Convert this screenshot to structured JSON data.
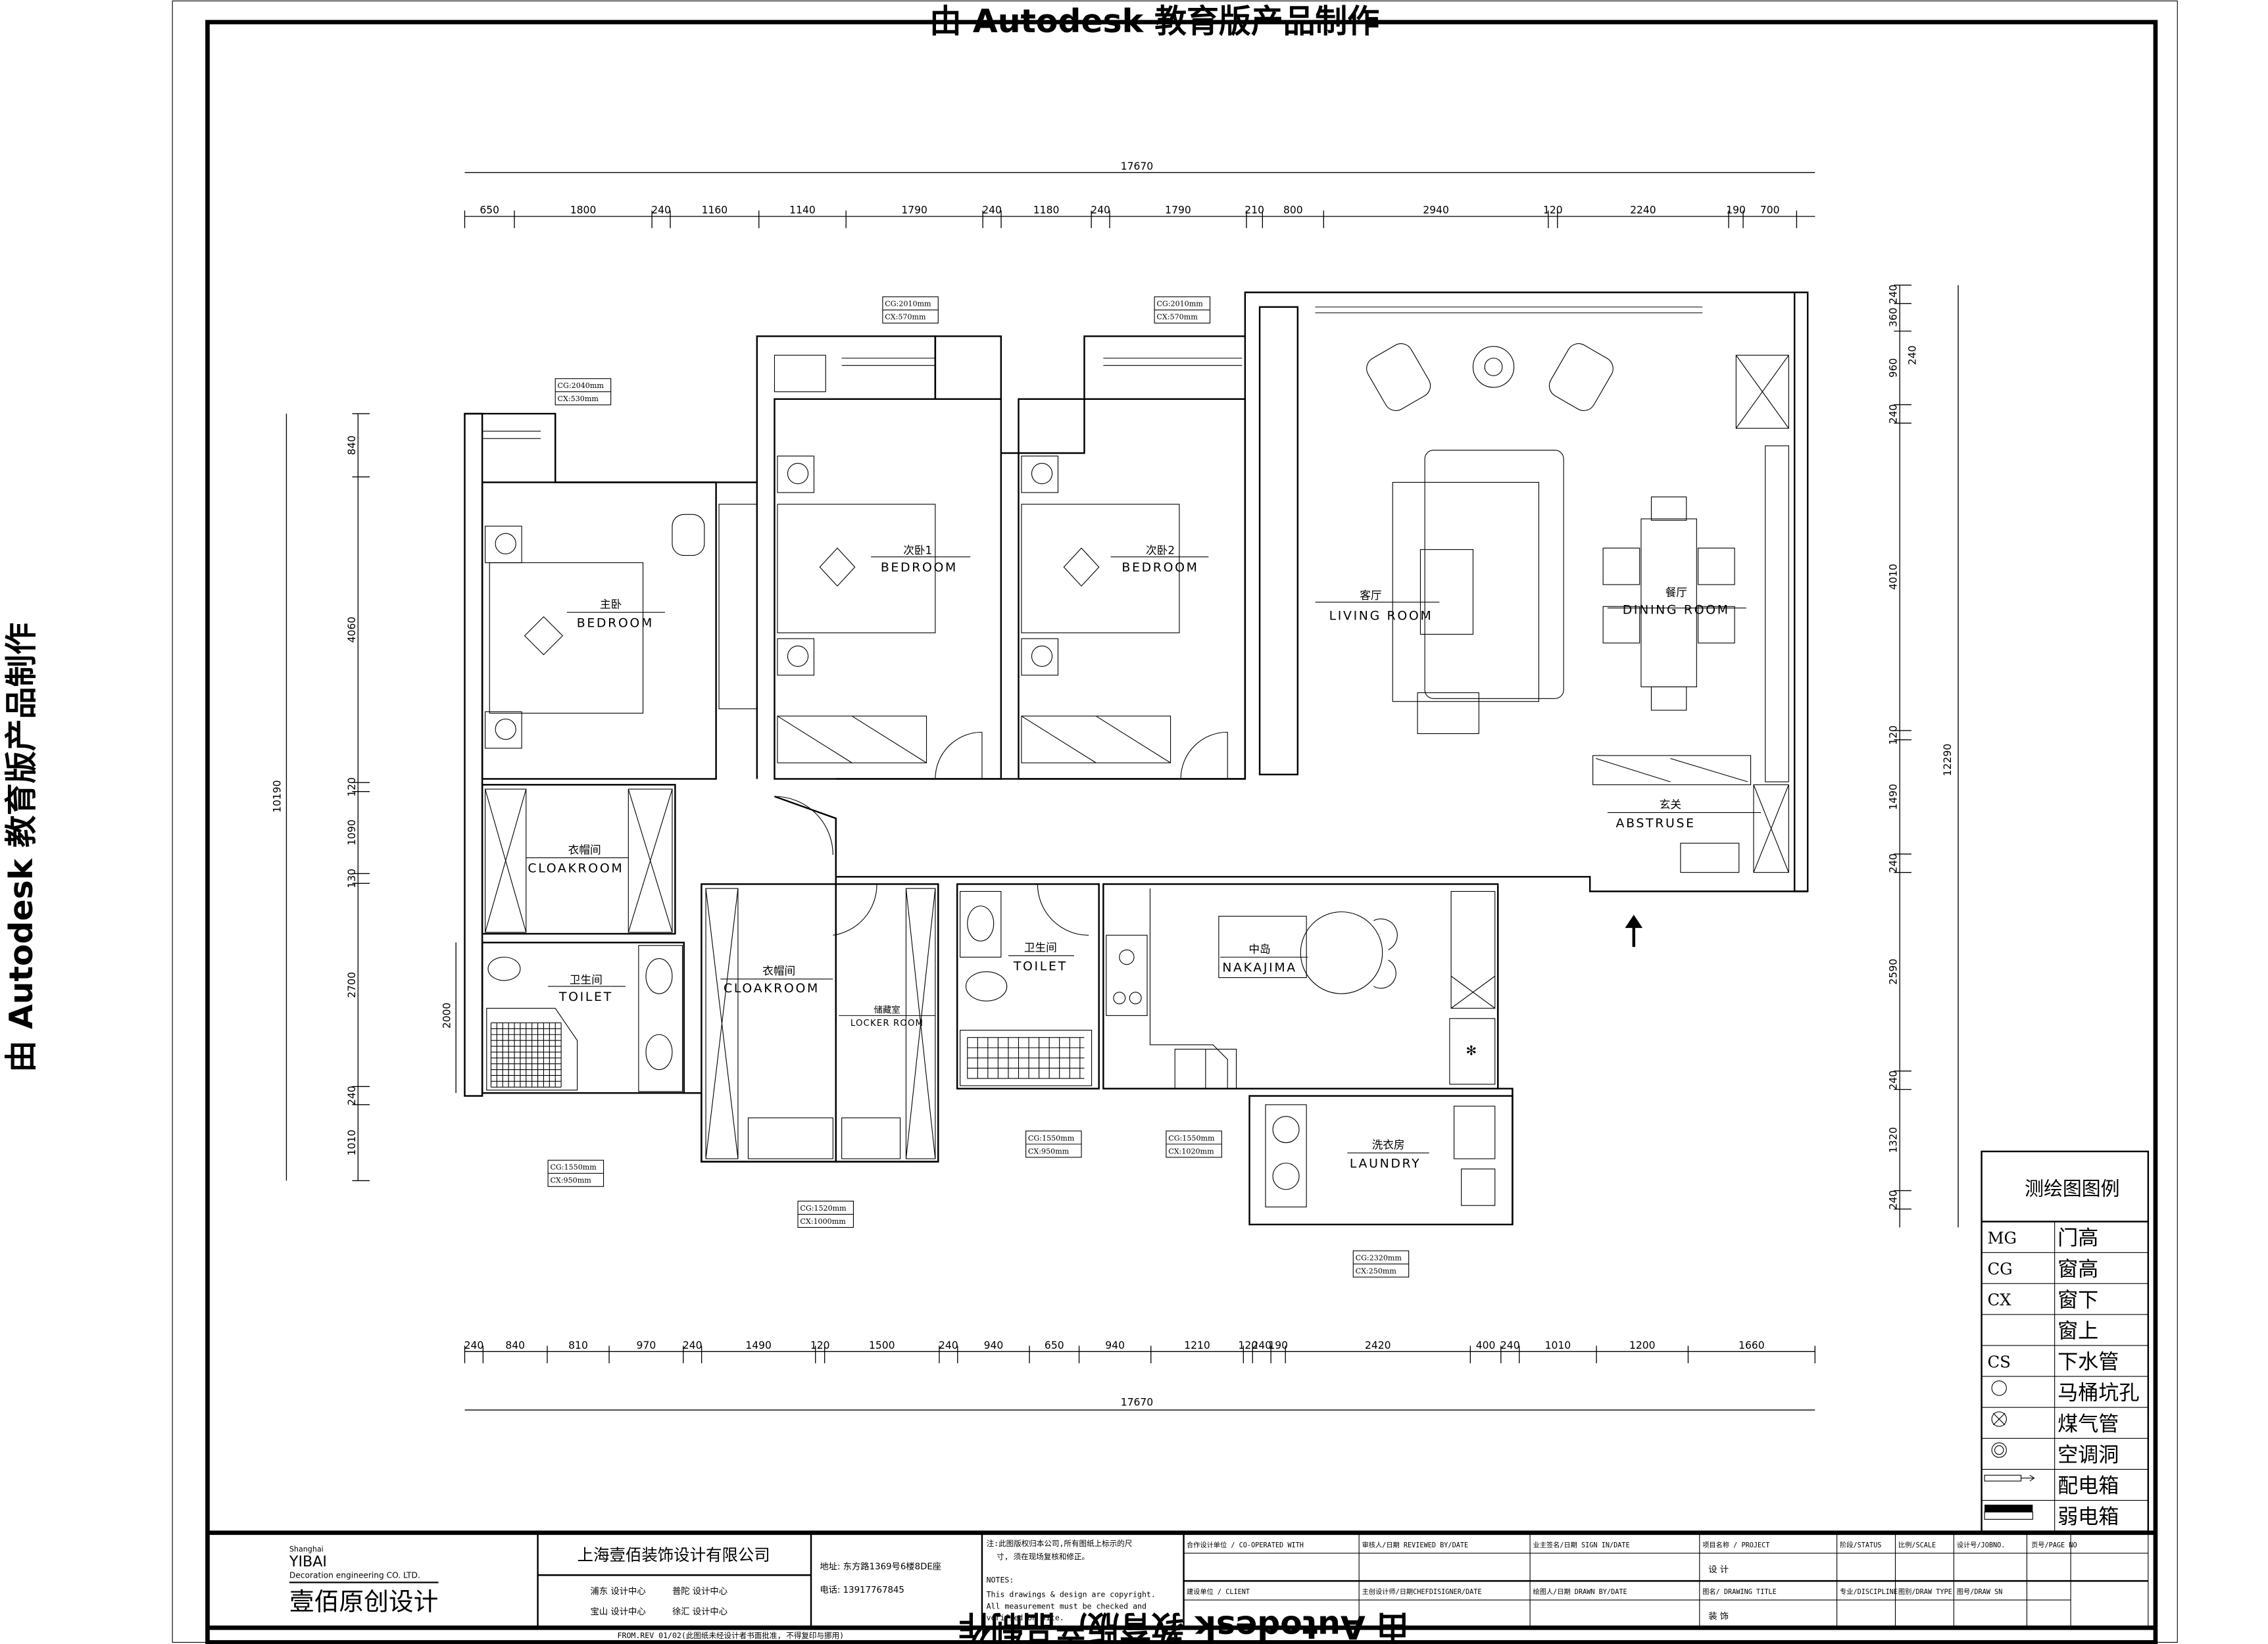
{
  "watermark": "由 Autodesk 教育版产品制作",
  "dimensions": {
    "top_total": "17670",
    "top_segments": [
      650,
      1800,
      240,
      1160,
      1140,
      1790,
      240,
      1180,
      240,
      1790,
      210,
      800,
      2940,
      120,
      2240,
      190,
      700
    ],
    "bottom_total": "17670",
    "bottom_segments": [
      240,
      840,
      810,
      970,
      240,
      1490,
      120,
      1500,
      240,
      940,
      650,
      940,
      1210,
      120,
      240,
      190,
      2420,
      400,
      240,
      1010,
      1200,
      1660
    ],
    "left_total": "10190",
    "left_segments": [
      840,
      4060,
      120,
      1090,
      130,
      2700,
      240,
      1010
    ],
    "left_extra": "2000",
    "right_total": "12290",
    "right_segments": [
      240,
      360,
      960,
      240,
      4010,
      120,
      1490,
      240,
      2590,
      240,
      1320,
      240
    ],
    "right_extra": "240"
  },
  "rooms": [
    {
      "cn": "主卧",
      "en": "BEDROOM"
    },
    {
      "cn": "次卧1",
      "en": "BEDROOM"
    },
    {
      "cn": "次卧2",
      "en": "BEDROOM"
    },
    {
      "cn": "客厅",
      "en": "LIVING ROOM"
    },
    {
      "cn": "餐厅",
      "en": "DINING ROOM"
    },
    {
      "cn": "玄关",
      "en": "ABSTRUSE"
    },
    {
      "cn": "衣帽间",
      "en": "CLOAKROOM"
    },
    {
      "cn": "卫生间",
      "en": "TOILET"
    },
    {
      "cn": "衣帽间",
      "en": "CLOAKROOM"
    },
    {
      "cn": "储藏室",
      "en": "LOCKER ROOM"
    },
    {
      "cn": "卫生间",
      "en": "TOILET"
    },
    {
      "cn": "中岛",
      "en": "NAKAJIMA"
    },
    {
      "cn": "洗衣房",
      "en": "LAUNDRY"
    }
  ],
  "window_tags": [
    {
      "cg": "CG:2040mm",
      "cx": "CX:530mm"
    },
    {
      "cg": "CG:2010mm",
      "cx": "CX:570mm"
    },
    {
      "cg": "CG:2010mm",
      "cx": "CX:570mm"
    },
    {
      "cg": "CG:1550mm",
      "cx": "CX:950mm"
    },
    {
      "cg": "CG:1520mm",
      "cx": "CX:1000mm"
    },
    {
      "cg": "CG:1550mm",
      "cx": "CX:950mm"
    },
    {
      "cg": "CG:1550mm",
      "cx": "CX:1020mm"
    },
    {
      "cg": "CG:2320mm",
      "cx": "CX:250mm"
    }
  ],
  "legend": {
    "title": "测绘图图例",
    "rows": [
      {
        "code": "MG",
        "label": "门高"
      },
      {
        "code": "CG",
        "label": "窗高"
      },
      {
        "code": "CX",
        "label": "窗下"
      },
      {
        "code": "",
        "label": "窗上"
      },
      {
        "code": "CS",
        "label": "下水管"
      },
      {
        "code": "",
        "label": "马桶坑孔",
        "symbol": "circle"
      },
      {
        "code": "",
        "label": "煤气管",
        "symbol": "crossed-circle"
      },
      {
        "code": "",
        "label": "空调洞",
        "symbol": "double-circle"
      },
      {
        "code": "",
        "label": "配电箱",
        "symbol": "panel-arrow"
      },
      {
        "code": "",
        "label": "弱电箱",
        "symbol": "filled-box"
      }
    ]
  },
  "title_block": {
    "logo_city": "Shanghai",
    "logo_brand": "YIBAI",
    "logo_sub": "Decoration engineering CO. LTD.",
    "logo_cn": "壹佰原创设计",
    "company": "上海壹佰装饰设计有限公司",
    "branches": [
      "浦东 设计中心",
      "普陀 设计中心",
      "宝山 设计中心",
      "徐汇 设计中心"
    ],
    "address": "地址: 东方路1369号6楼8DE座",
    "phone": "电话: 13917767845",
    "note_cn_1": "注:此图版权归本公司,所有图纸上标示的尺",
    "note_cn_2": "寸, 须在现场复核和修正。",
    "notes_title": "NOTES:",
    "notes_1": "This drawings & design are copyright.",
    "notes_2": "All measurement must be checked and",
    "notes_3": "verified on site.",
    "headers_row1": [
      "合作设计单位 / CO-OPERATED WITH",
      "审核人/日期  REVIEWED BY/DATE",
      "业主签名/日期  SIGN IN/DATE",
      "项目名称 / PROJECT",
      "阶段/STATUS",
      "比例/SCALE",
      "设计号/JOBNO.",
      "页号/PAGE NO"
    ],
    "headers_row2": [
      "建设单位 / CLIENT",
      "主创设计师/日期CHEFDISIGNER/DATE",
      "绘图人/日期  DRAWN BY/DATE",
      "图名/  DRAWING  TITLE",
      "专业/DISCIPLINE",
      "图别/DRAW TYPE",
      "图号/DRAW SN"
    ],
    "status_value": "设 计",
    "discipline_value": "装 饰",
    "footer": "FROM.REV 01/02(此图纸未经设计者书面批准, 不得复印与挪用)"
  }
}
